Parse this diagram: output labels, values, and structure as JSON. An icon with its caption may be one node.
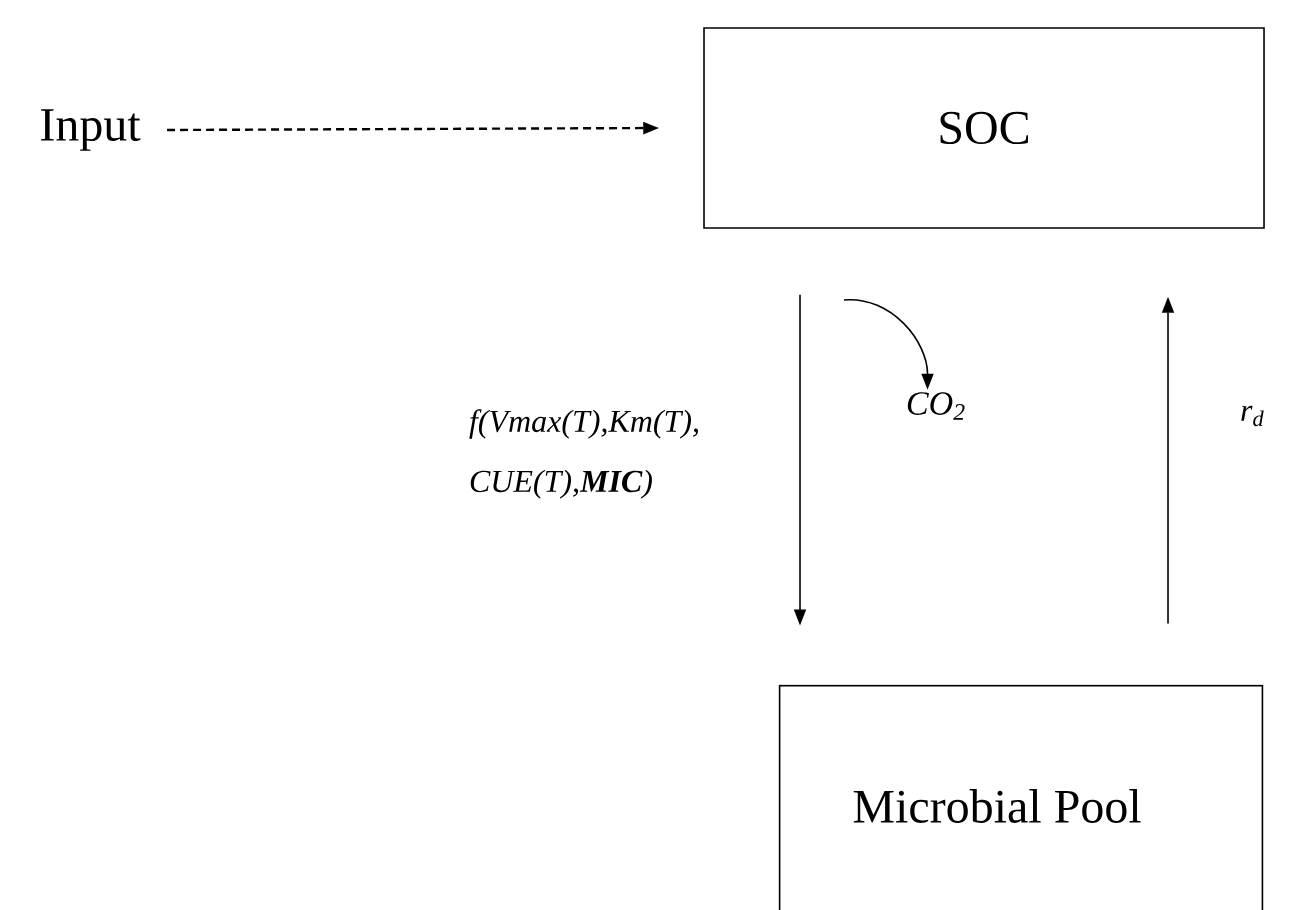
{
  "diagram": {
    "nodes": [
      {
        "text": [
          "Input"
        ]
      },
      {
        "text": [
          "SOC"
        ]
      },
      {
        "text": [
          "Microbial Pool"
        ]
      },
      {
        "text": [
          "CO$_{2}$"
        ]
      }
    ],
    "edges": [
      {
        "from": 0,
        "to": 1,
        "arrow": "to",
        "style": "dashed"
      },
      {
        "from": 1,
        "to": 2,
        "arrow": "to",
        "label": "f(Vmax(T),Km(T), CUE(T),**MIC**)"
      },
      {
        "from": 2,
        "to": 1,
        "arrow": "to",
        "label": "r$_{d}$"
      },
      {
        "from": null,
        "to": 3,
        "arrow": "to"
      }
    ]
  }
}
